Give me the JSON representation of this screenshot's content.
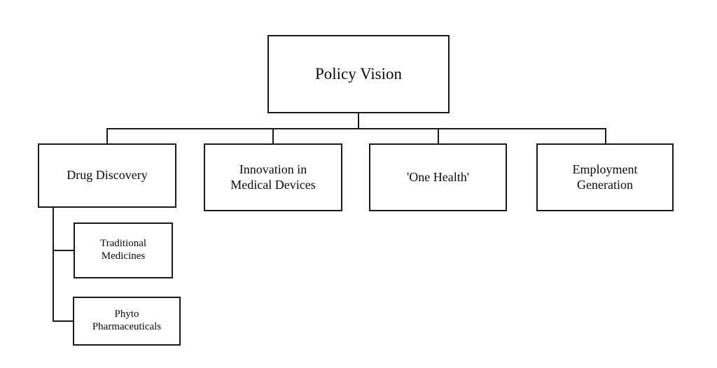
{
  "diagram": {
    "type": "organisation-chart",
    "background_color": "#ffffff",
    "line_color": "#1a1a1a",
    "box_fill_color": "#ffffff",
    "root": {
      "label": "Policy Vision"
    },
    "level2": [
      {
        "label": "Drug Discovery"
      },
      {
        "label": "Innovation in\nMedical Devices"
      },
      {
        "label": "'One Health'"
      },
      {
        "label": "Employment\nGeneration"
      }
    ],
    "level3": [
      {
        "label": "Traditional\nMedicines",
        "parent": "Drug Discovery"
      },
      {
        "label": "Phyto\nPharmaceuticals",
        "parent": "Drug Discovery"
      }
    ]
  }
}
